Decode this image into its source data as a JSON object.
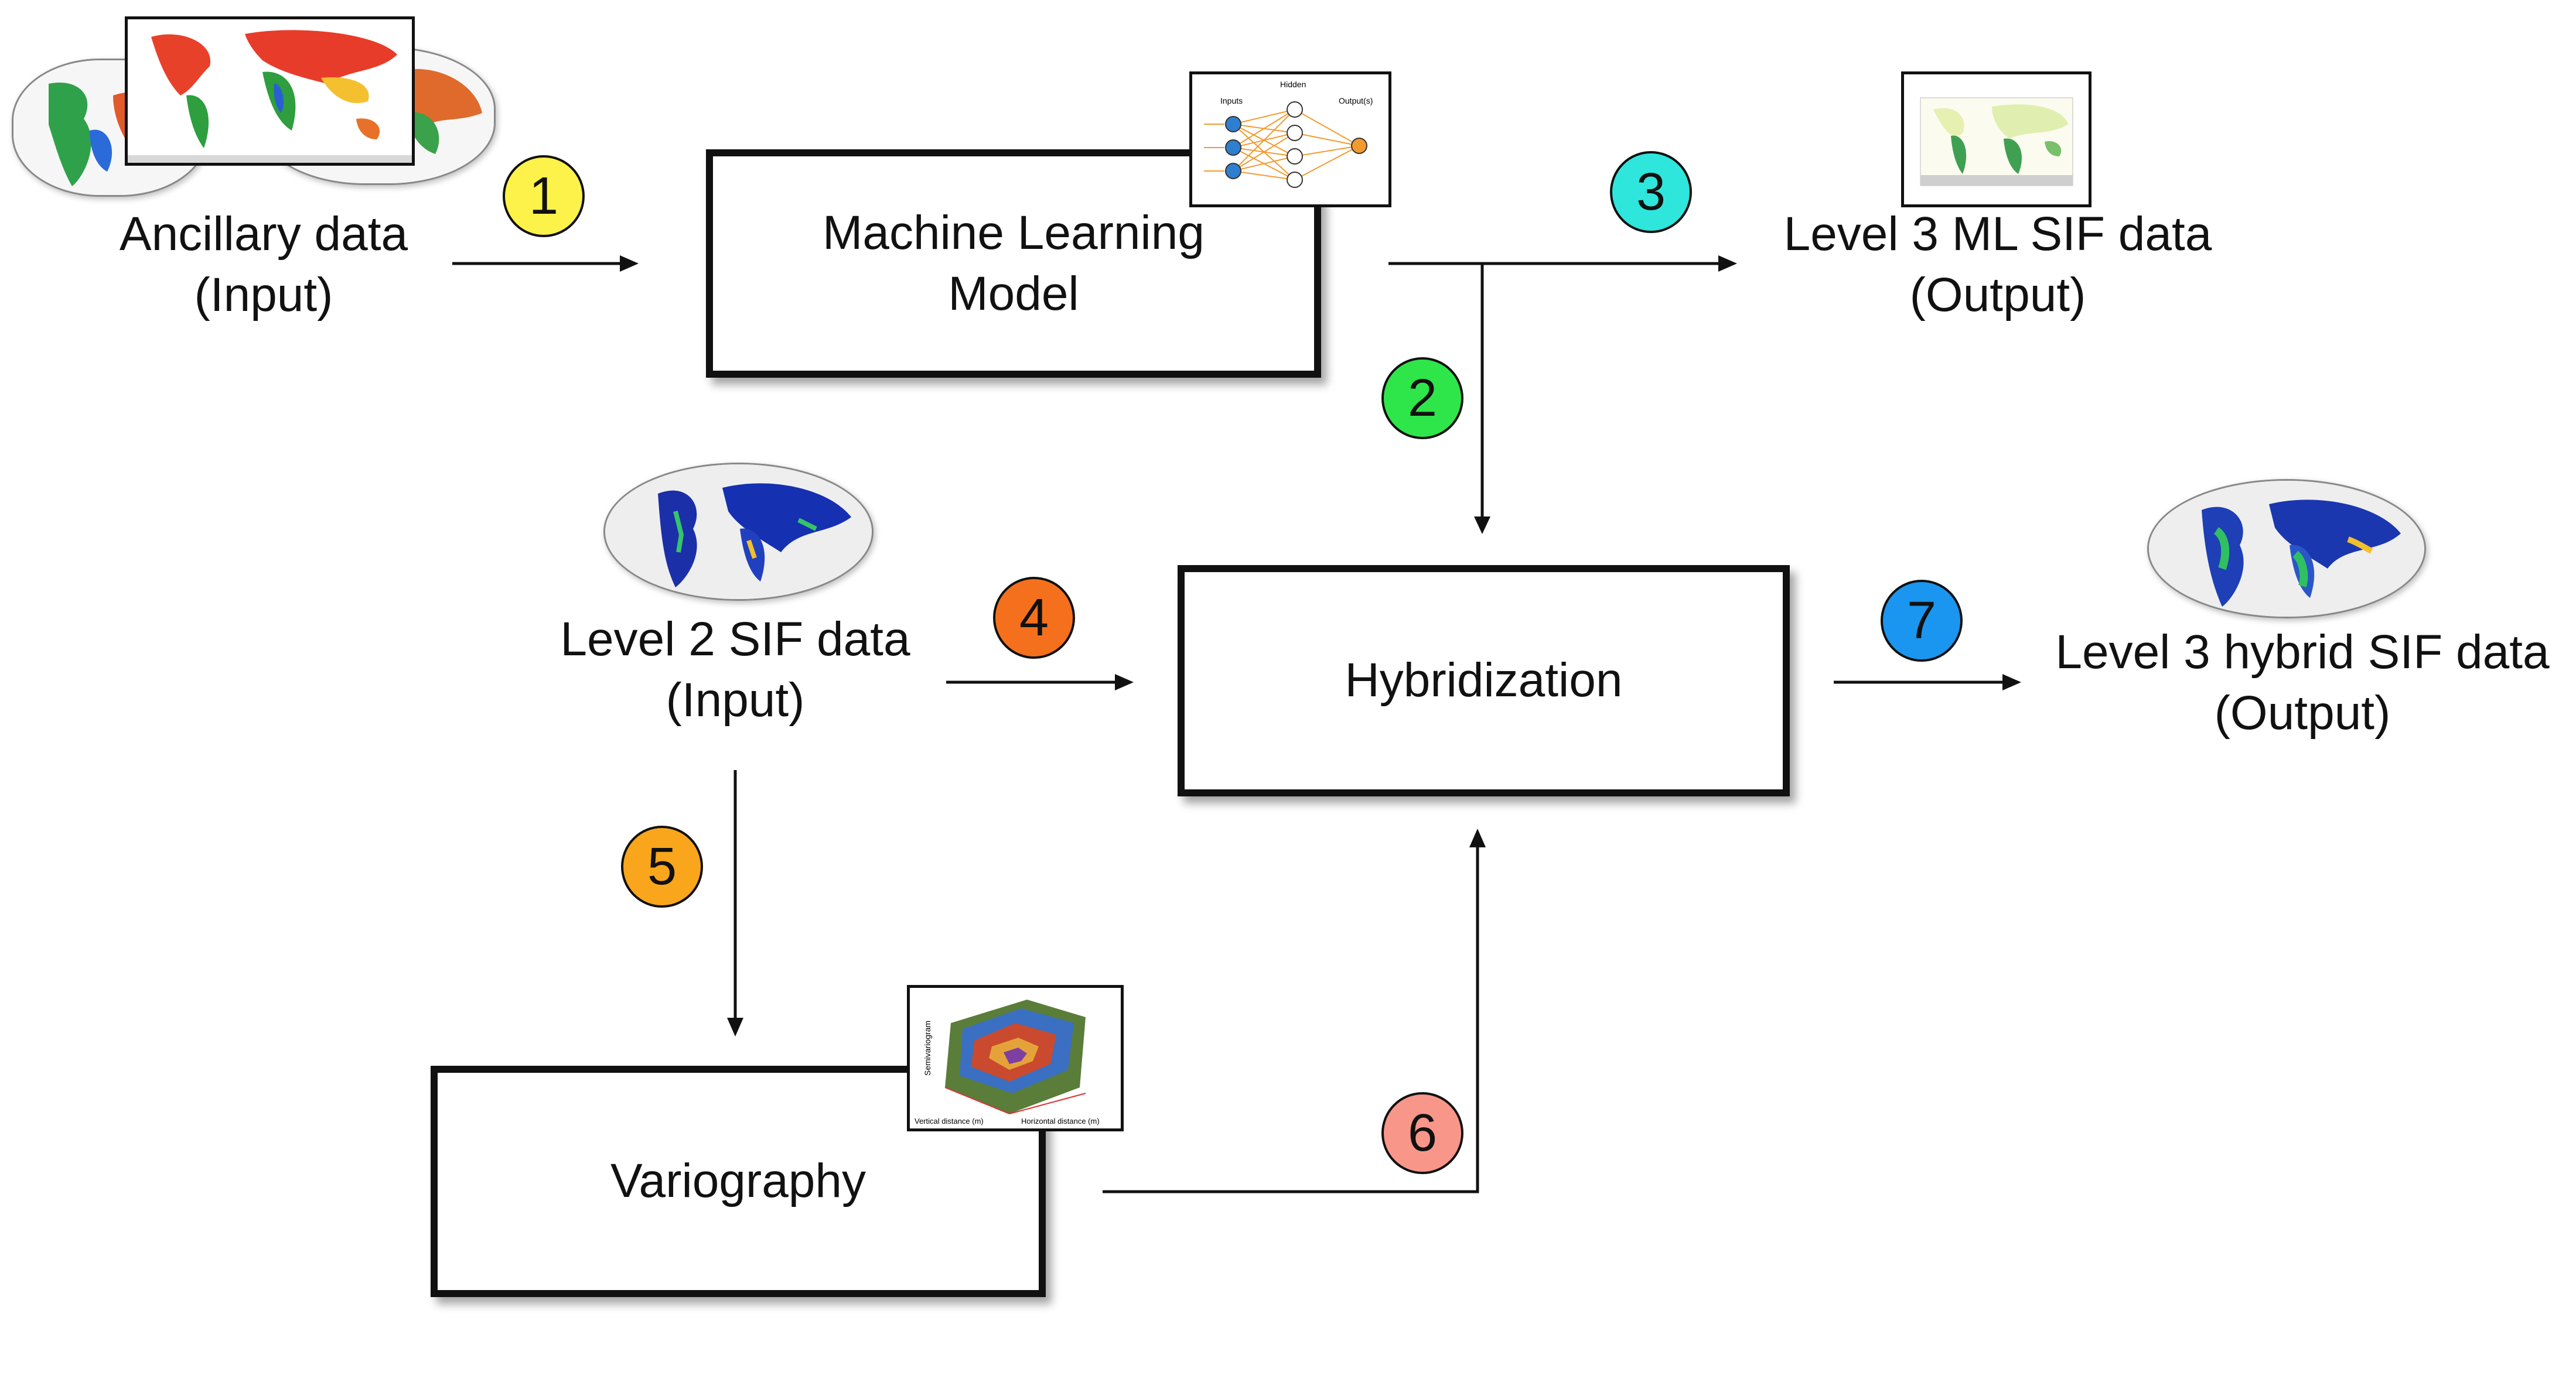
{
  "nodes": {
    "ancillary": {
      "line1": "Ancillary data",
      "line2": "(Input)"
    },
    "ml_model": {
      "line1": "Machine Learning",
      "line2": "Model"
    },
    "l3_ml": {
      "line1": "Level 3 ML SIF data",
      "line2": "(Output)"
    },
    "l2": {
      "line1": "Level 2 SIF data",
      "line2": "(Input)"
    },
    "hybrid": {
      "line1": "Hybridization"
    },
    "l3_hybrid": {
      "line1": "Level 3 hybrid SIF data",
      "line2": "(Output)"
    },
    "variography": {
      "line1": "Variography"
    }
  },
  "steps": [
    {
      "num": "1",
      "color": "#fdf24a"
    },
    {
      "num": "2",
      "color": "#2ee64a"
    },
    {
      "num": "3",
      "color": "#2ee6dc"
    },
    {
      "num": "4",
      "color": "#f5701c"
    },
    {
      "num": "5",
      "color": "#f9a61c"
    },
    {
      "num": "6",
      "color": "#f8968a"
    },
    {
      "num": "7",
      "color": "#1a96f0"
    }
  ],
  "nn_thumb": {
    "inputs": "Inputs",
    "hidden": "Hidden",
    "outputs": "Output(s)"
  },
  "vario_thumb": {
    "ylabel": "Semivariogram",
    "xlabel_a": "Vertical distance (m)",
    "xlabel_b": "Horizontal distance (m)"
  },
  "icons": [
    "world-map-icon",
    "neural-network-icon",
    "globe-map-icon",
    "surface-plot-icon",
    "flow-arrow"
  ]
}
